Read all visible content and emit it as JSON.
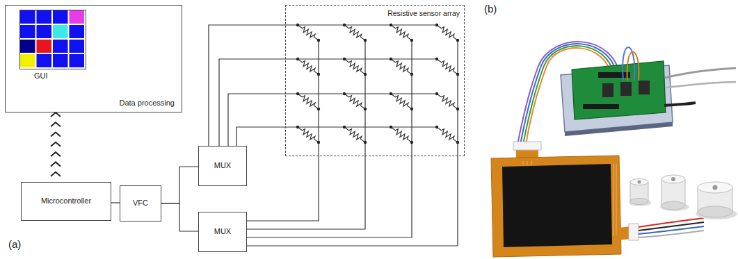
{
  "diagram": {
    "nodes": [
      {
        "text": [
          "Data processing"
        ]
      },
      {
        "text": [
          "GUI"
        ],
        "in": 0
      },
      {
        "text": [
          "Microcontroller"
        ]
      },
      {
        "text": [
          "VFC"
        ]
      },
      {
        "text": [
          "MUX"
        ]
      },
      {
        "text": [
          "MUX"
        ]
      },
      {
        "text": [
          "Resistive sensor array"
        ]
      }
    ],
    "edges": [
      {
        "from": 2,
        "to": 0,
        "arrow": "to"
      },
      {
        "from": 2,
        "to": 3,
        "arrow": "none"
      },
      {
        "from": 3,
        "to": 4,
        "arrow": "none"
      },
      {
        "from": 3,
        "to": 5,
        "arrow": "none"
      },
      {
        "from": 4,
        "to": 6,
        "arrow": "none"
      },
      {
        "from": 4,
        "to": 6,
        "arrow": "none"
      },
      {
        "from": 4,
        "to": 6,
        "arrow": "none"
      },
      {
        "from": 4,
        "to": 6,
        "arrow": "none"
      },
      {
        "from": 5,
        "to": 6,
        "arrow": "none"
      },
      {
        "from": 5,
        "to": 6,
        "arrow": "none"
      },
      {
        "from": 5,
        "to": 6,
        "arrow": "none"
      },
      {
        "from": 5,
        "to": 6,
        "arrow": "none"
      }
    ],
    "labels": [
      "(a)",
      "(b)"
    ]
  }
}
